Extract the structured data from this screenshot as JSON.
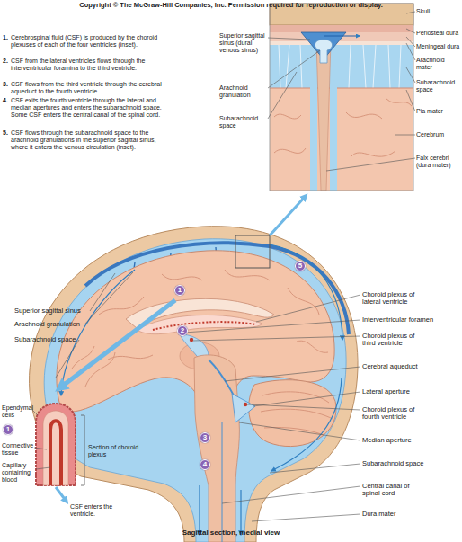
{
  "diagram": {
    "caption": "Sagittal section, medial view",
    "nodes": [
      {
        "text": [
          "1"
        ]
      },
      {
        "text": [
          "2"
        ]
      },
      {
        "text": [
          "3"
        ]
      },
      {
        "text": [
          "4"
        ]
      },
      {
        "text": [
          "5"
        ]
      },
      {
        "text": [
          "1"
        ]
      }
    ],
    "labels": [
      "Copyright © The McGraw-Hill Companies, Inc. Permission required for reproduction or display.",
      "1.",
      "Cerebrospinal fluid (CSF) is produced by the choroid plexuses of each of the four ventricles (inset).",
      "2.",
      "CSF from the lateral ventricles flows through the interventricular foramina to the third ventricle.",
      "3.",
      "CSF flows from the third ventricle through the cerebral aqueduct to the fourth ventricle.",
      "4.",
      "CSF exits the fourth ventricle through the lateral and median apertures and enters the subarachnoid space. Some CSF enters the central canal of the spinal cord.",
      "5.",
      "CSF flows through the subarachnoid space to the arachnoid granulations in the superior sagittal sinus, where it enters the venous circulation (inset).",
      "Superior sagittal sinus (dural venous sinus)",
      "Arachnoid granulation",
      "Subarachnoid space",
      "Skull",
      "Periosteal dura",
      "Meningeal dura",
      "Arachnoid mater",
      "Subarachnoid space",
      "Pia mater",
      "Cerebrum",
      "Falx cerebri (dura mater)",
      "Superior sagittal sinus",
      "Arachnoid granulation",
      "Subarachnoid space",
      "Choroid plexus of lateral ventricle",
      "Interventricular foramen",
      "Choroid plexus of third ventricle",
      "Cerebral aqueduct",
      "Lateral aperture",
      "Choroid plexus of fourth ventricle",
      "Median aperture",
      "Subarachnoid space",
      "Central canal of spinal cord",
      "Dura mater",
      "Ependymal cells",
      "Connective tissue",
      "Capillary containing blood",
      "Section of choroid plexus",
      "CSF enters the ventricle."
    ]
  }
}
